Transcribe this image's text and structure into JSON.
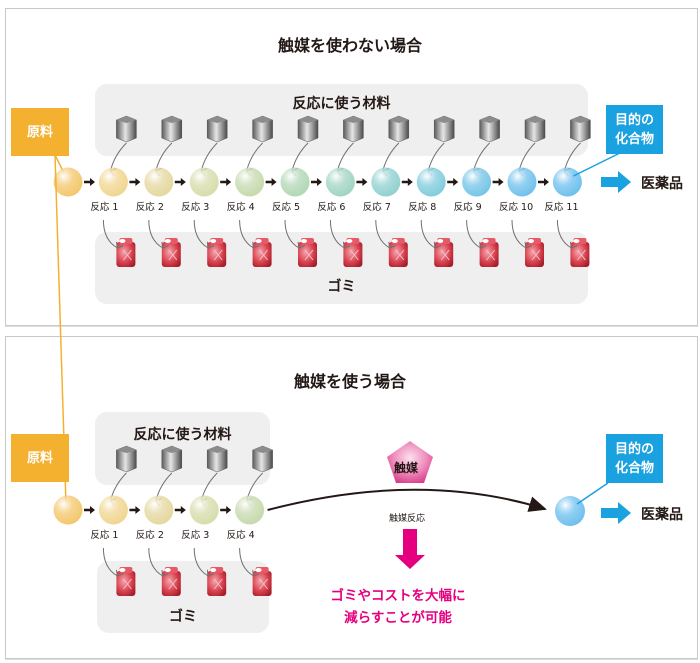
{
  "without_catalyst": {
    "title": "触媒を使わない場合",
    "materials_label": "反応に使う材料",
    "waste_label": "ゴミ",
    "start_tag": "原料",
    "target_tag_line1": "目的の",
    "target_tag_line2": "化合物",
    "product_label": "医薬品",
    "reactions": [
      "反応 1",
      "反応 2",
      "反応 3",
      "反応 4",
      "反応 5",
      "反応 6",
      "反応 7",
      "反応 8",
      "反応 9",
      "反応 10",
      "反応 11"
    ],
    "material_icon": "container-icon",
    "waste_icon": "waste-can-icon"
  },
  "with_catalyst": {
    "title": "触媒を使う場合",
    "materials_label": "反応に使う材料",
    "waste_label": "ゴミ",
    "start_tag": "原料",
    "target_tag_line1": "目的の",
    "target_tag_line2": "化合物",
    "product_label": "医薬品",
    "reactions": [
      "反応 1",
      "反応 2",
      "反応 3",
      "反応 4"
    ],
    "catalyst_label": "触媒",
    "catalyst_reaction_label": "触媒反応",
    "benefit_line1": "ゴミやコストを大幅に",
    "benefit_line2": "減らすことが可能"
  },
  "colors": {
    "raw_material": "#f4b130",
    "target": "#1aa1e0",
    "catalyst": "#e5007f",
    "waste": "#d9343f",
    "panel_bg": "#efefef"
  },
  "sphere_gradient": [
    "#f3c66a",
    "#f0d58e",
    "#e4d79d",
    "#d7dcaa",
    "#c6d9ad",
    "#b1d6b5",
    "#9fd3c2",
    "#8fd0cf",
    "#80cbdc",
    "#74c4e6",
    "#6ec0ec",
    "#6cbfee"
  ]
}
